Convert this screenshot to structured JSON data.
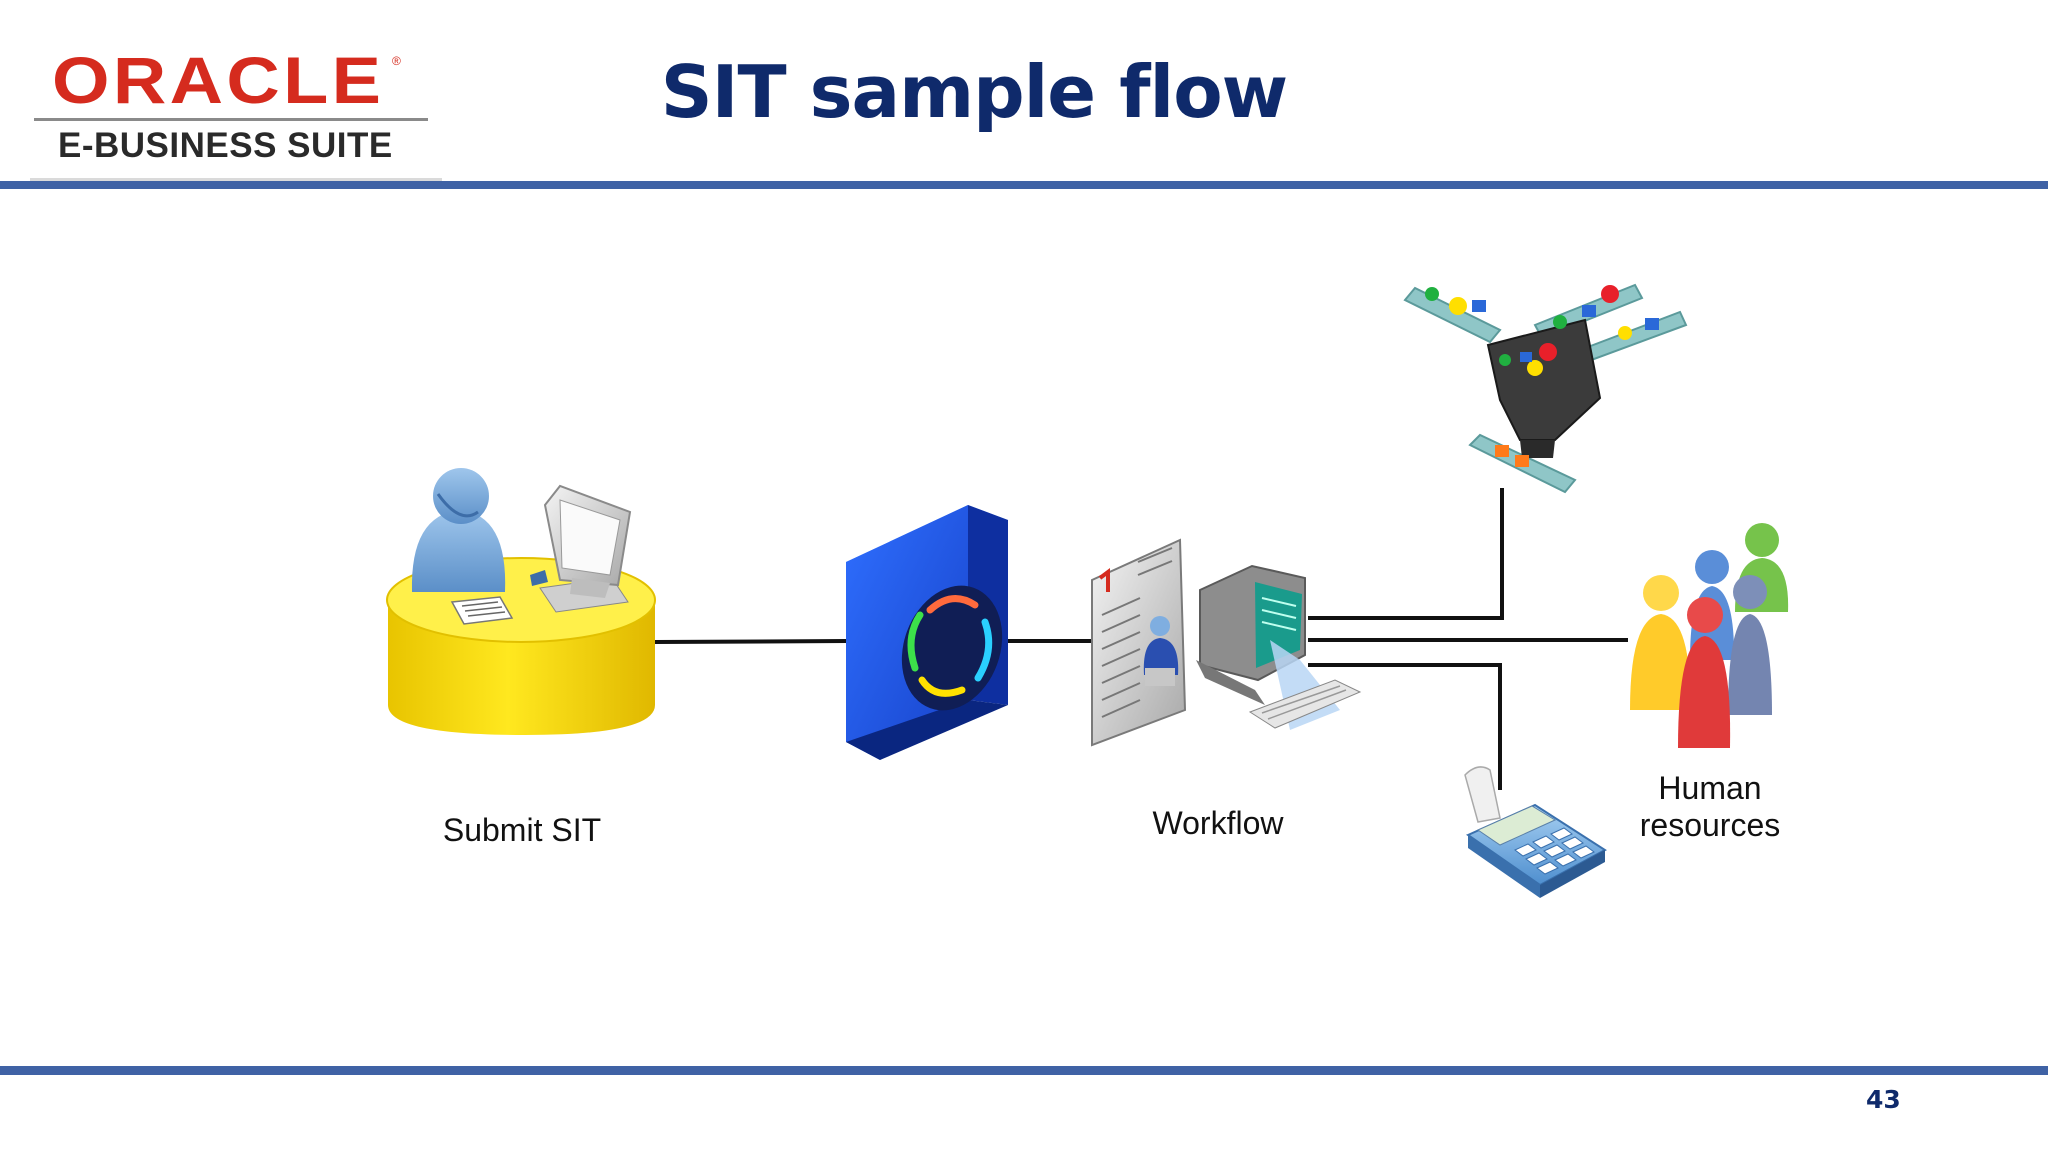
{
  "logo": {
    "wordmark": "ORACLE",
    "registered_mark": "®",
    "suite": "E-BUSINESS SUITE"
  },
  "slide": {
    "title": "SIT sample flow",
    "page_number": "43"
  },
  "diagram": {
    "nodes": [
      {
        "id": "submit",
        "label": "Submit SIT",
        "icon": "person-at-desk-icon"
      },
      {
        "id": "engine",
        "label": "",
        "icon": "process-server-icon"
      },
      {
        "id": "workflow",
        "label": "Workflow",
        "icon": "workflow-computer-icon"
      },
      {
        "id": "manufacturing",
        "label": "",
        "icon": "conveyor-funnel-icon"
      },
      {
        "id": "hr",
        "label": "Human resources",
        "icon": "people-group-icon"
      },
      {
        "id": "payroll",
        "label": "",
        "icon": "calculator-icon"
      }
    ],
    "labels": {
      "submit": "Submit SIT",
      "workflow": "Workflow",
      "hr_line1": "Human",
      "hr_line2": "resources"
    }
  },
  "colors": {
    "title": "#0f2a6b",
    "band": "#3f62a5",
    "oracle_red": "#d52b1e"
  }
}
